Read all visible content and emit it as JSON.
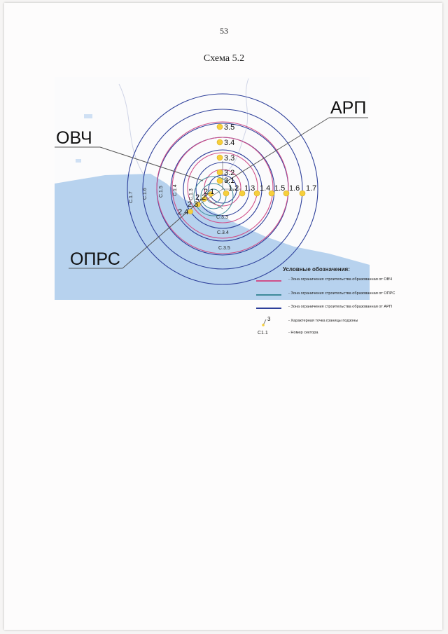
{
  "page_number": "53",
  "scheme_title": "Схема 5.2",
  "map_labels": {
    "ovch": "ОВЧ",
    "arp": "АРП",
    "oprs": "ОПРС"
  },
  "points": {
    "p35": "3.5",
    "p34": "3.4",
    "p33": "3.3",
    "p32": "3.2",
    "p31": "3.1",
    "p12": "1.2",
    "p13": "1.3",
    "p14": "1.4",
    "p15": "1.5",
    "p16": "1.6",
    "p17": "1.7",
    "p21": "2.1",
    "p22": "2.2",
    "p23": "2.3",
    "p24": "2.4"
  },
  "sectors": {
    "c17": "С.1.7",
    "c16": "С.1.6",
    "c15": "С.1.5",
    "c14": "С.1.4",
    "c13": "С.1.3",
    "c33": "С.3.3",
    "c34": "С.3.4",
    "c35": "С.3.5"
  },
  "legend": {
    "title": "Условные обозначения:",
    "items": [
      {
        "text": "- Зона ограничения строительства образованная от ОВЧ",
        "color": "#d0508a"
      },
      {
        "text": "- Зона ограничения строительства образованная от ОПРС",
        "color": "#3e8a9a"
      },
      {
        "text": "- Зона ограничения строительства образованная от АРП",
        "color": "#2d3f9a"
      }
    ],
    "point_symbol": "3",
    "point_text": "- Характерная точка границы подзоны",
    "sector_code": "С1.1",
    "sector_text": "- Номер сектора"
  },
  "colors": {
    "sea": "#b7d2ee",
    "arp_ring": "#2d3f9a",
    "ovch_ring": "#d0508a",
    "oprs_ring": "#3e8a9a",
    "point": "#f6cf3c"
  }
}
